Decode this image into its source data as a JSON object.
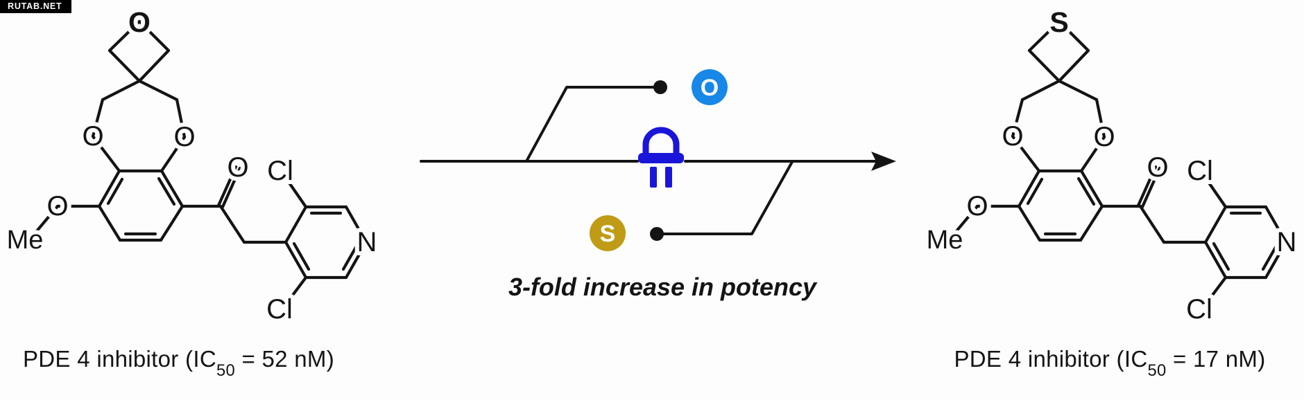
{
  "watermark": {
    "text": "RUTAB.NET",
    "bg": "#000000",
    "fg": "#ffffff"
  },
  "left_molecule": {
    "heteroatom_color": "#1c7fe0",
    "atoms": {
      "heteroatom_top": "O",
      "ring_o_left": "O",
      "ring_o_right": "O",
      "methoxy_o": "O",
      "methyl": "Me",
      "carbonyl_o": "O",
      "chloro_top": "Cl",
      "pyridine_n": "N",
      "chloro_bottom": "Cl"
    },
    "caption": {
      "pre": "PDE 4 inhibitor (IC",
      "sub": "50",
      "post": " = 52 nM)"
    }
  },
  "right_molecule": {
    "heteroatom_color": "#c79c1e",
    "atoms": {
      "heteroatom_top": "S",
      "ring_o_left": "O",
      "ring_o_right": "O",
      "methoxy_o": "O",
      "methyl": "Me",
      "carbonyl_o": "O",
      "chloro_top": "Cl",
      "pyridine_n": "N",
      "chloro_bottom": "Cl"
    },
    "caption": {
      "pre": "PDE 4 inhibitor (IC",
      "sub": "50",
      "post": " = 17 nM)"
    }
  },
  "transformation": {
    "from_label": "O",
    "to_label": "S",
    "from_color": "#1787e8",
    "to_color": "#bf9b16",
    "led_color": "#1a16d9",
    "wire_color": "#141414",
    "annotation": "3-fold increase in potency"
  }
}
